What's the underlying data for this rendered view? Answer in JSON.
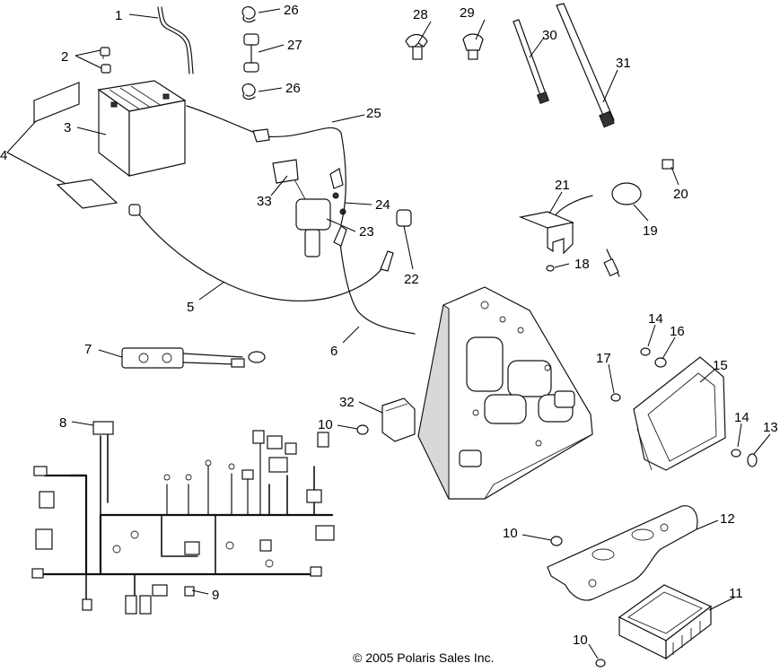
{
  "copyright": "© 2005 Polaris Sales Inc.",
  "callouts": [
    {
      "id": "c1",
      "label": "1"
    },
    {
      "id": "c2",
      "label": "2"
    },
    {
      "id": "c3",
      "label": "3"
    },
    {
      "id": "c4",
      "label": "4"
    },
    {
      "id": "c5",
      "label": "5"
    },
    {
      "id": "c6",
      "label": "6"
    },
    {
      "id": "c7",
      "label": "7"
    },
    {
      "id": "c8",
      "label": "8"
    },
    {
      "id": "c9",
      "label": "9"
    },
    {
      "id": "c10a",
      "label": "10"
    },
    {
      "id": "c10b",
      "label": "10"
    },
    {
      "id": "c10c",
      "label": "10"
    },
    {
      "id": "c11",
      "label": "11"
    },
    {
      "id": "c12",
      "label": "12"
    },
    {
      "id": "c13",
      "label": "13"
    },
    {
      "id": "c14a",
      "label": "14"
    },
    {
      "id": "c14b",
      "label": "14"
    },
    {
      "id": "c15",
      "label": "15"
    },
    {
      "id": "c16",
      "label": "16"
    },
    {
      "id": "c17",
      "label": "17"
    },
    {
      "id": "c18",
      "label": "18"
    },
    {
      "id": "c19",
      "label": "19"
    },
    {
      "id": "c20",
      "label": "20"
    },
    {
      "id": "c21",
      "label": "21"
    },
    {
      "id": "c22",
      "label": "22"
    },
    {
      "id": "c23",
      "label": "23"
    },
    {
      "id": "c24",
      "label": "24"
    },
    {
      "id": "c25",
      "label": "25"
    },
    {
      "id": "c26a",
      "label": "26"
    },
    {
      "id": "c26b",
      "label": "26"
    },
    {
      "id": "c27",
      "label": "27"
    },
    {
      "id": "c28",
      "label": "28"
    },
    {
      "id": "c29",
      "label": "29"
    },
    {
      "id": "c30",
      "label": "30"
    },
    {
      "id": "c31",
      "label": "31"
    },
    {
      "id": "c32",
      "label": "32"
    },
    {
      "id": "c33",
      "label": "33"
    }
  ]
}
